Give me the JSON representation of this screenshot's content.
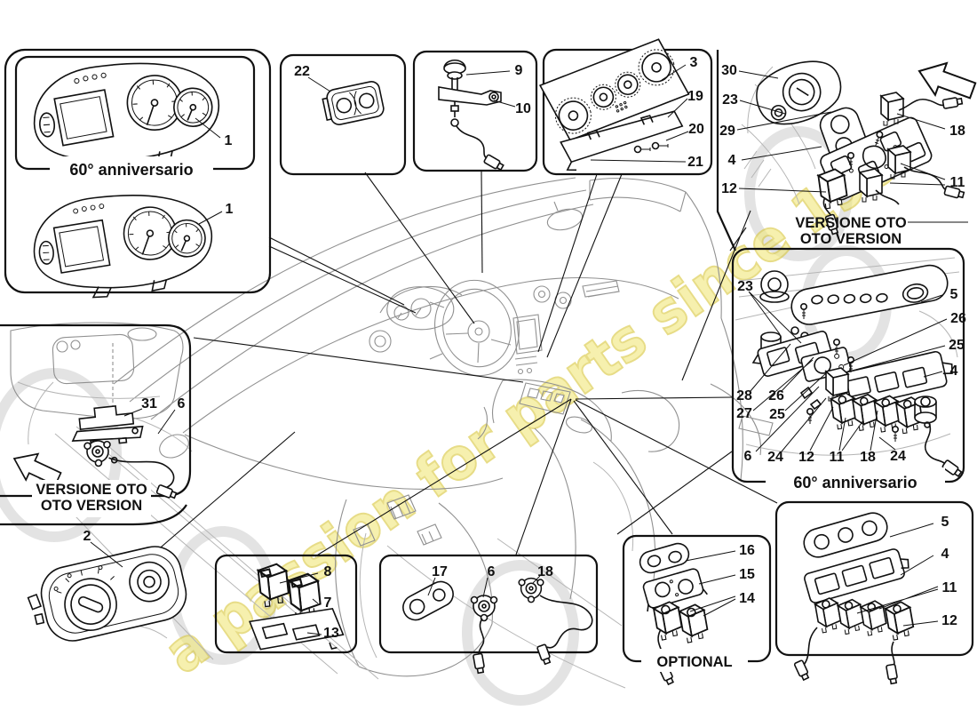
{
  "diagram": {
    "watermark_slogan": "a passion for parts since 1985",
    "headings": {
      "anniversario_top": "60° anniversario",
      "anniversario_mid": "60° anniversario",
      "versione_right_1": "VERSIONE OTO",
      "versione_right_2": "OTO VERSION",
      "versione_left_1": "VERSIONE OTO",
      "versione_left_2": "OTO VERSION",
      "optional": "OPTIONAL"
    },
    "callouts": {
      "c1a": "1",
      "c1b": "1",
      "c2": "2",
      "c3": "3",
      "c4_top": "4",
      "c4_mid": "4",
      "c4_br": "4",
      "c5_mid": "5",
      "c5_br": "5",
      "c6_left": "6",
      "c6_mid": "6",
      "c6_bot": "6",
      "c7": "7",
      "c8": "8",
      "c9": "9",
      "c10": "10",
      "c11_top": "11",
      "c11_mid": "11",
      "c11_br": "11",
      "c12_top": "12",
      "c12_mid": "12",
      "c12_br": "12",
      "c13": "13",
      "c14": "14",
      "c15": "15",
      "c16": "16",
      "c17": "17",
      "c18_top": "18",
      "c18_mid": "18",
      "c18_bot": "18",
      "c19": "19",
      "c20": "20",
      "c21": "21",
      "c22": "22",
      "c23_top": "23",
      "c23_mid": "23",
      "c24_a": "24",
      "c24_b": "24",
      "c25_l": "25",
      "c25_r": "25",
      "c26_l": "26",
      "c26_r": "26",
      "c27": "27",
      "c28": "28",
      "c29": "29",
      "c30": "30",
      "c31": "31"
    }
  }
}
